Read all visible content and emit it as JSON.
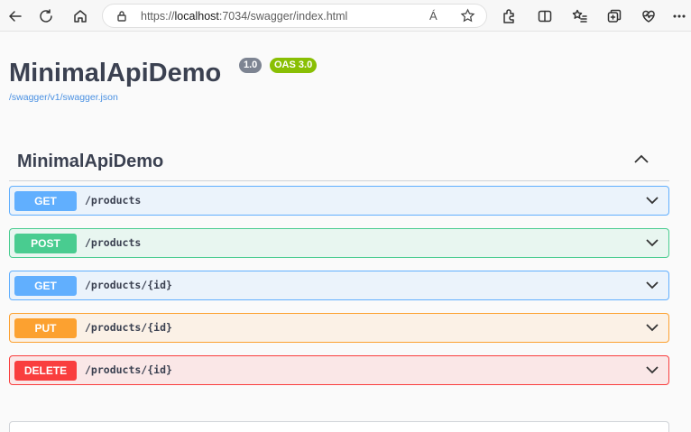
{
  "browser": {
    "url_prefix": "https://",
    "url_host": "localhost",
    "url_rest": ":7034/swagger/index.html",
    "read_aloud_label": "Á"
  },
  "api": {
    "title": "MinimalApiDemo",
    "version": "1.0",
    "oas": "OAS 3.0",
    "spec_link": "/swagger/v1/swagger.json"
  },
  "section": {
    "title": "MinimalApiDemo"
  },
  "operations": [
    {
      "method": "GET",
      "path": "/products"
    },
    {
      "method": "POST",
      "path": "/products"
    },
    {
      "method": "GET",
      "path": "/products/{id}"
    },
    {
      "method": "PUT",
      "path": "/products/{id}"
    },
    {
      "method": "DELETE",
      "path": "/products/{id}"
    }
  ],
  "colors": {
    "get": "#61affe",
    "post": "#49cc90",
    "put": "#fca130",
    "delete": "#f93e3e",
    "link": "#4990e2"
  }
}
